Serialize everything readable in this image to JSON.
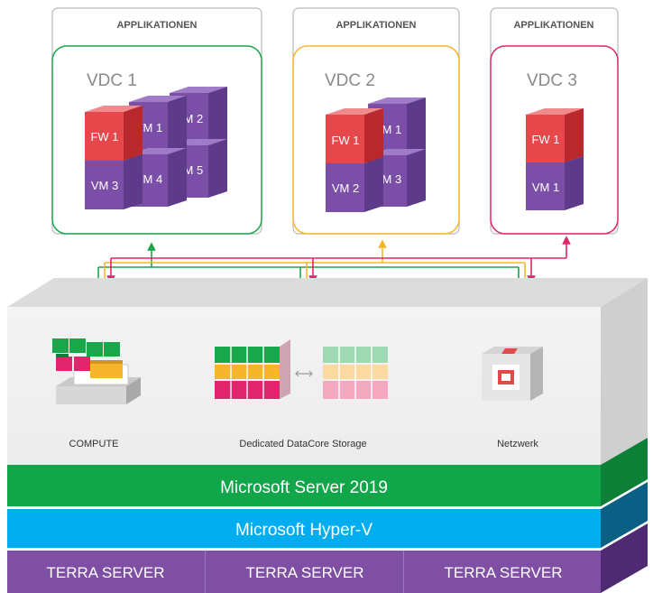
{
  "colors": {
    "green": "#1aa64a",
    "yellow": "#f7b52c",
    "pink": "#e0256d",
    "red_cube": "#e5474b",
    "purple_cube": "#7b4ea8",
    "server_green": "#12a64a",
    "hyperv_blue": "#00aeef",
    "terra_purple": "#7e4fa3"
  },
  "vdcs": [
    {
      "header": "APPLIKATIONEN",
      "title": "VDC 1",
      "accent": "#1aa64a",
      "cubes": [
        "FW 1",
        "VM 1",
        "VM 2",
        "VM 3",
        "VM 4",
        "VM 5"
      ]
    },
    {
      "header": "APPLIKATIONEN",
      "title": "VDC 2",
      "accent": "#f7b52c",
      "cubes": [
        "FW 1",
        "VM 1",
        "VM 2",
        "VM 3"
      ]
    },
    {
      "header": "APPLIKATIONEN",
      "title": "VDC 3",
      "accent": "#e0256d",
      "cubes": [
        "FW 1",
        "VM 1"
      ]
    }
  ],
  "platform": {
    "compute_label": "COMPUTE",
    "storage_label": "Dedicated DataCore Storage",
    "network_label": "Netzwerk"
  },
  "layers": {
    "server_os": "Microsoft Server 2019",
    "hypervisor": "Microsoft Hyper-V",
    "servers": [
      "TERRA SERVER",
      "TERRA SERVER",
      "TERRA SERVER"
    ]
  }
}
